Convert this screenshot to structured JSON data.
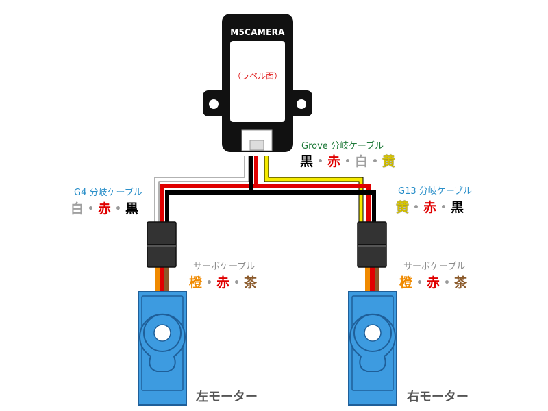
{
  "camera": {
    "title": "M5CAMERA",
    "face_note": "（ラベル面）"
  },
  "grove_cable": {
    "name": "Grove 分岐ケーブル",
    "codes": [
      "黒",
      "赤",
      "白",
      "黄"
    ],
    "code_colors": [
      "#000000",
      "#e00000",
      "#a0a0a0",
      "#d7c400"
    ]
  },
  "g4_cable": {
    "name": "G4 分岐ケーブル",
    "codes": [
      "白",
      "赤",
      "黒"
    ],
    "code_colors": [
      "#a0a0a0",
      "#e00000",
      "#000000"
    ]
  },
  "g13_cable": {
    "name": "G13 分岐ケーブル",
    "codes": [
      "黄",
      "赤",
      "黒"
    ],
    "code_colors": [
      "#d7c400",
      "#e00000",
      "#000000"
    ]
  },
  "servo_cable_left": {
    "name": "サーボケーブル",
    "codes": [
      "橙",
      "赤",
      "茶"
    ],
    "code_colors": [
      "#f08a00",
      "#e00000",
      "#8b5a2b"
    ]
  },
  "servo_cable_right": {
    "name": "サーボケーブル",
    "codes": [
      "橙",
      "赤",
      "茶"
    ],
    "code_colors": [
      "#f08a00",
      "#e00000",
      "#8b5a2b"
    ]
  },
  "left_motor": {
    "name": "左モーター"
  },
  "right_motor": {
    "name": "右モーター"
  },
  "colors": {
    "camera_body": "#111111",
    "servo_body": "#3d9be0",
    "connector": "#333333",
    "wire_black": "#000000",
    "wire_red": "#e00000",
    "wire_white": "#ffffff",
    "wire_yellow": "#f5ea00",
    "wire_orange": "#f08a00",
    "wire_brown": "#8b5a2b"
  }
}
